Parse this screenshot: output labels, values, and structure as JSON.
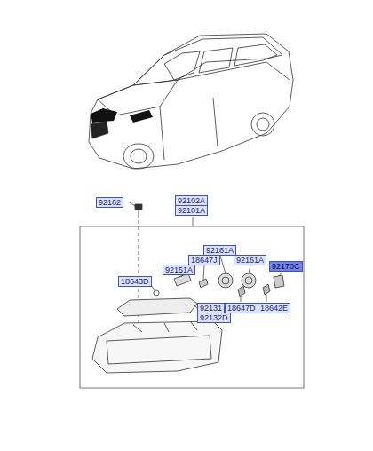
{
  "diagram": {
    "labels": [
      "92162",
      "92102A",
      "92101A",
      "92161A",
      "18647J",
      "92161A",
      "92151A",
      "92170C",
      "18643D",
      "92131",
      "92132D",
      "18647D",
      "18642E"
    ]
  }
}
